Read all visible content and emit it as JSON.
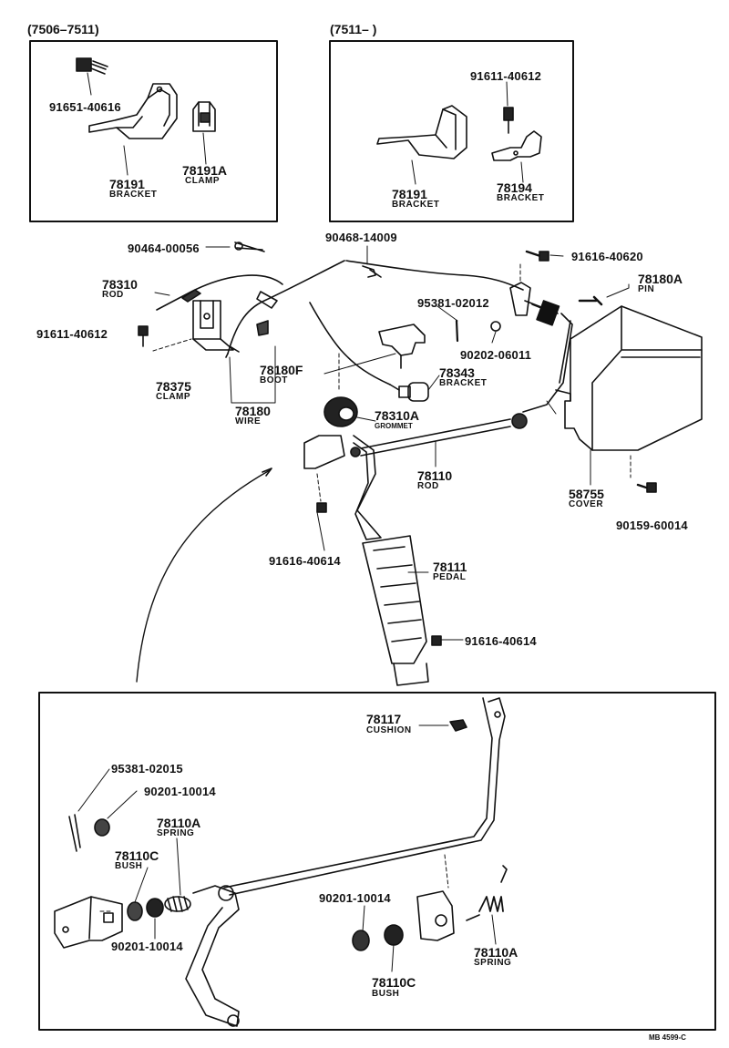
{
  "headers": {
    "left": "(7506–7511)",
    "right": "(7511–        )"
  },
  "labels": {
    "p91651_40616": "91651-40616",
    "p78191_a": "78191",
    "bracket_a": "BRACKET",
    "p78191A": "78191A",
    "clamp_a": "CLAMP",
    "p91611_40612_top": "91611-40612",
    "p78191_b": "78191",
    "bracket_b": "BRACKET",
    "p78194": "78194",
    "bracket_c": "BRACKET",
    "p90464_00056": "90464-00056",
    "p90468_14009": "90468-14009",
    "p91616_40620": "91616-40620",
    "p78310": "78310",
    "rod_a": "ROD",
    "p78180A": "78180A",
    "pin": "PIN",
    "p95381_02012": "95381-02012",
    "p91611_40612_mid": "91611-40612",
    "p90202_06011": "90202-06011",
    "p78343": "78343",
    "bracket_d": "BRACKET",
    "p78180F": "78180F",
    "boot": "BOOT",
    "p78375": "78375",
    "clamp_b": "CLAMP",
    "p78180": "78180",
    "wire": "WIRE",
    "p78310A": "78310A",
    "grommet": "GROMMET",
    "p78110": "78110",
    "rod_b": "ROD",
    "p58755": "58755",
    "cover": "COVER",
    "p90159_60014": "90159-60014",
    "p91616_40614_a": "91616-40614",
    "p78111": "78111",
    "pedal": "PEDAL",
    "p91616_40614_b": "91616-40614",
    "p78117": "78117",
    "cushion": "CUSHION",
    "p95381_02015": "95381-02015",
    "p90201_10014_a": "90201-10014",
    "p78110A_a": "78110A",
    "spring_a": "SPRING",
    "p78110C_a": "78110C",
    "bush_a": "BUSH",
    "p90201_10014_b": "90201-10014",
    "p90201_10014_c": "90201-10014",
    "p78110C_b": "78110C",
    "bush_b": "BUSH",
    "p78110A_b": "78110A",
    "spring_b": "SPRING",
    "code": "MB 4599-C"
  }
}
